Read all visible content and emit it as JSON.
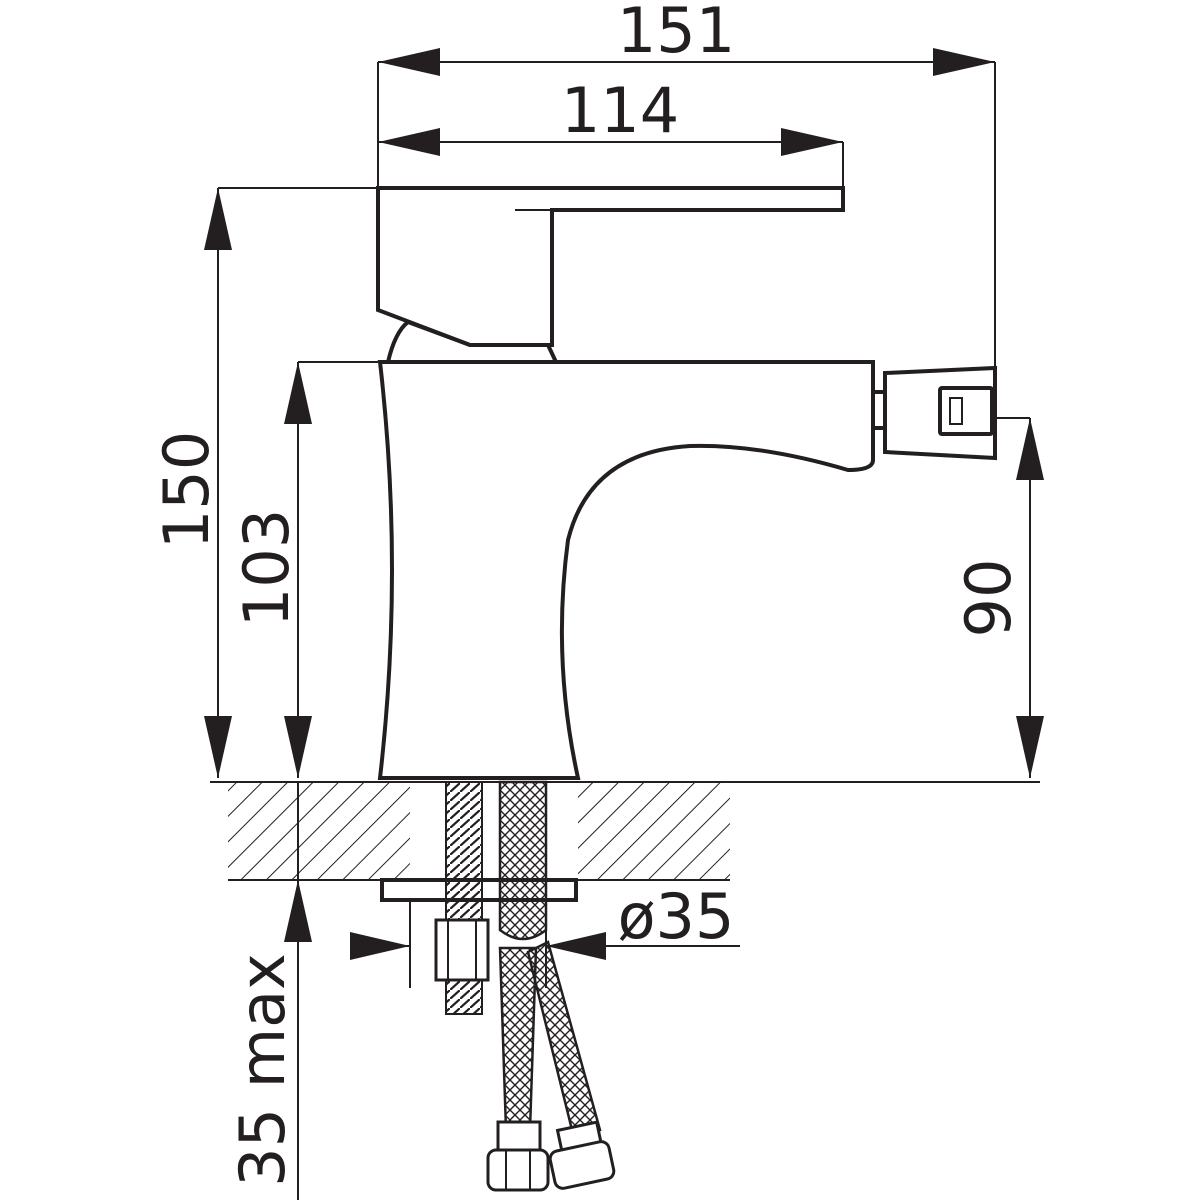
{
  "dimensions": {
    "overall_width": "151",
    "lever_reach": "114",
    "overall_height": "150",
    "spout_height": "103",
    "outlet_height": "90",
    "base_diameter": "ø35",
    "max_counter_thickness": "35 max"
  },
  "colors": {
    "line": "#231f20",
    "background": "#ffffff"
  }
}
